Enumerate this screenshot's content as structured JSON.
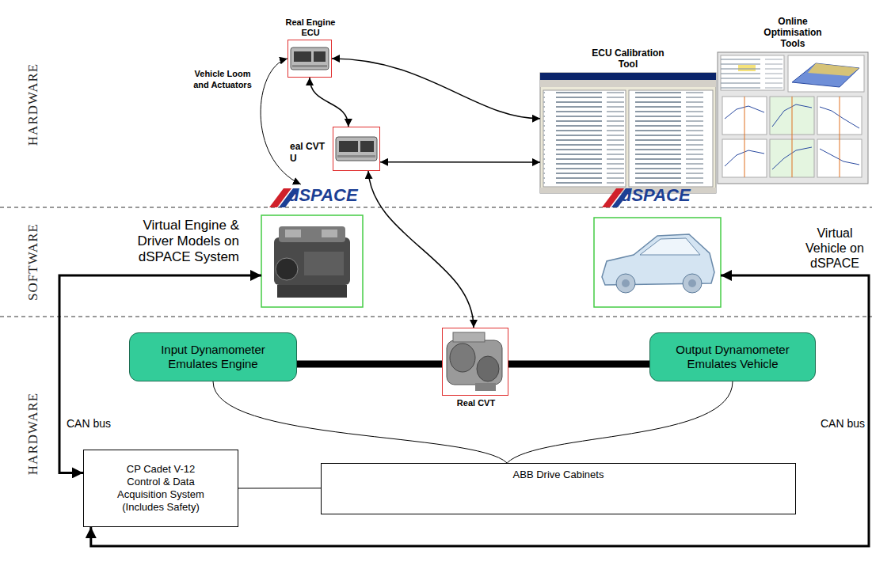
{
  "diagram": {
    "nodes": [
      {
        "text": [
          "Real Engine ECU"
        ]
      },
      {
        "text": [
          "ECU Calibration Tool"
        ]
      },
      {
        "text": [
          "Online Optimisation Tools"
        ]
      },
      {
        "text": [
          "eal CVT U"
        ]
      },
      {
        "text": [
          "Virtual Engine & Driver Models on dSPACE System"
        ]
      },
      {
        "text": [
          "Virtual Vehicle on dSPACE"
        ]
      },
      {
        "text": [
          "Input Dynamometer Emulates Engine"
        ]
      },
      {
        "text": [
          "Real CVT"
        ]
      },
      {
        "text": [
          "Output Dynamometer Emulates Vehicle"
        ]
      },
      {
        "text": [
          "CP Cadet V-12 Control & Data Acquisition System (Includes Safety)"
        ]
      },
      {
        "text": [
          "ABB Drive Cabinets"
        ]
      }
    ],
    "edges": [
      {
        "from": 0,
        "to": 1,
        "arrow": "both"
      },
      {
        "from": 0,
        "to": 3,
        "arrow": "both"
      },
      {
        "from": 3,
        "to": 1,
        "arrow": "both"
      },
      {
        "from": 3,
        "to": 7,
        "arrow": "both"
      },
      {
        "from": 0,
        "to": 4,
        "label": "Vehicle Loom and Actuators",
        "arrow": "both"
      },
      {
        "from": 9,
        "to": 4,
        "label": "CAN bus",
        "arrow": "both"
      },
      {
        "from": 9,
        "to": 5,
        "label": "CAN bus",
        "arrow": "both"
      },
      {
        "from": 6,
        "to": 7,
        "arrow": "none"
      },
      {
        "from": 7,
        "to": 8,
        "arrow": "none"
      },
      {
        "from": 6,
        "to": 10,
        "arrow": "none"
      },
      {
        "from": 8,
        "to": 10,
        "arrow": "none"
      },
      {
        "from": 9,
        "to": 10,
        "arrow": "none"
      }
    ],
    "labels": [
      "HARDWARE",
      "SOFTWARE",
      "HARDWARE",
      "dSPACE",
      "dSPACE"
    ]
  }
}
